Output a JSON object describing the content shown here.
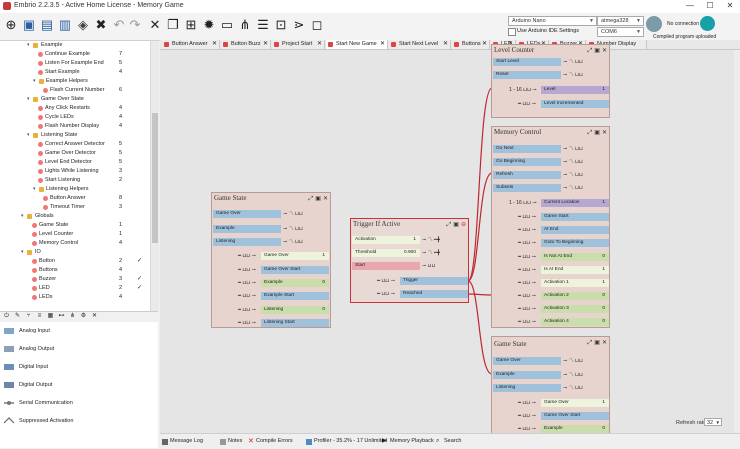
{
  "window": {
    "title": "Embrio 2.2.3.5 - Active Home License - Memory Game",
    "controls": [
      "—",
      "☐",
      "✕"
    ]
  },
  "toolbar": {
    "board": "Arduino Nano",
    "chip": "atmega328",
    "port": "COM6",
    "use_ide_settings": "Use Arduino IDE Settings",
    "connection": "No connection",
    "compiled": "Compiled program uploaded"
  },
  "tabs": [
    {
      "label": "Button Answer"
    },
    {
      "label": "Button Buzz"
    },
    {
      "label": "Project Start"
    },
    {
      "label": "Start New Game"
    },
    {
      "label": "Start Next Level"
    },
    {
      "label": "Buttons"
    },
    {
      "label": "LED"
    },
    {
      "label": "LEDs"
    },
    {
      "label": "Buzzer"
    },
    {
      "label": "Number Display"
    }
  ],
  "tree": [
    {
      "label": "Example",
      "type": "folder",
      "count": ""
    },
    {
      "label": "Continue Example",
      "type": "item",
      "count": "7"
    },
    {
      "label": "Listen For Example End",
      "type": "item",
      "count": "5"
    },
    {
      "label": "Start Example",
      "type": "item",
      "count": "4"
    },
    {
      "label": "Example Helpers",
      "type": "folder",
      "count": ""
    },
    {
      "label": "Flash Current Number",
      "type": "item",
      "count": "6"
    },
    {
      "label": "Game Over State",
      "type": "folder",
      "count": ""
    },
    {
      "label": "Any Click Restarts",
      "type": "item",
      "count": "4"
    },
    {
      "label": "Cycle LEDs",
      "type": "item",
      "count": "4"
    },
    {
      "label": "Flash Number Display",
      "type": "item",
      "count": "4"
    },
    {
      "label": "Listening State",
      "type": "folder",
      "count": ""
    },
    {
      "label": "Correct Answer Detector",
      "type": "item",
      "count": "5"
    },
    {
      "label": "Game Over Detector",
      "type": "item",
      "count": "5"
    },
    {
      "label": "Level End Detector",
      "type": "item",
      "count": "5"
    },
    {
      "label": "Lights While Listening",
      "type": "item",
      "count": "3"
    },
    {
      "label": "Start Listening",
      "type": "item",
      "count": "2"
    },
    {
      "label": "Listening Helpers",
      "type": "folder",
      "count": ""
    },
    {
      "label": "Button Answer",
      "type": "item",
      "count": "8"
    },
    {
      "label": "Timeout Timer",
      "type": "item",
      "count": "3"
    },
    {
      "label": "Globals",
      "type": "folder",
      "count": ""
    },
    {
      "label": "Game State",
      "type": "item",
      "count": "1"
    },
    {
      "label": "Level Counter",
      "type": "item",
      "count": "1"
    },
    {
      "label": "Memory Control",
      "type": "item",
      "count": "4"
    },
    {
      "label": "IO",
      "type": "folder",
      "count": ""
    },
    {
      "label": "Button",
      "type": "item",
      "count": "2",
      "check": "✓"
    },
    {
      "label": "Buttons",
      "type": "item",
      "count": "4"
    },
    {
      "label": "Buzzer",
      "type": "item",
      "count": "3",
      "check": "✓"
    },
    {
      "label": "LED",
      "type": "item",
      "count": "2",
      "check": "✓"
    },
    {
      "label": "LEDs",
      "type": "item",
      "count": "4"
    }
  ],
  "palette": [
    {
      "label": "Analog Input"
    },
    {
      "label": "Analog Output"
    },
    {
      "label": "Digital Input"
    },
    {
      "label": "Digital Output"
    },
    {
      "label": "Serial Communication"
    },
    {
      "label": "Suppressed Activation"
    }
  ],
  "blocks": {
    "game_state_left": {
      "title": "Game State",
      "inputs": [
        "Game Over",
        "Example",
        "Listening"
      ],
      "rows": [
        {
          "label": "Game Over",
          "value": "1"
        },
        {
          "label": "Game Over Start",
          "value": ""
        },
        {
          "label": "Example",
          "value": "0"
        },
        {
          "label": "Example Start",
          "value": ""
        },
        {
          "label": "Listening",
          "value": "0"
        },
        {
          "label": "Listening Start",
          "value": ""
        }
      ]
    },
    "trigger": {
      "title": "Trigger If Active",
      "rows": [
        {
          "label": "Activation",
          "value": "1"
        },
        {
          "label": "Threshold",
          "value": "0.900"
        }
      ],
      "start": "Start",
      "outputs": [
        "Trigger",
        "Reached"
      ]
    },
    "level_counter": {
      "title": "Level Counter",
      "inputs": [
        "Start Level",
        "Reset"
      ],
      "range": "1 - 16",
      "rows": [
        {
          "label": "Level",
          "value": "1"
        },
        {
          "label": "Level Incremented",
          "value": ""
        }
      ]
    },
    "memory_control": {
      "title": "Memory Control",
      "inputs": [
        "Go Next",
        "Go Beginning",
        "Refresh",
        "Subsets"
      ],
      "range": "1 - 16",
      "rows": [
        {
          "label": "Current Location",
          "value": "1"
        },
        {
          "label": "Game Start",
          "value": ""
        },
        {
          "label": "At End",
          "value": ""
        },
        {
          "label": "Goto To Beginning",
          "value": ""
        },
        {
          "label": "Is Not At End",
          "value": "0"
        },
        {
          "label": "Is At End",
          "value": "1"
        },
        {
          "label": "Activation 1",
          "value": "1"
        },
        {
          "label": "Activation 2",
          "value": "0"
        },
        {
          "label": "Activation 3",
          "value": "0"
        },
        {
          "label": "Activation 4",
          "value": "0"
        }
      ]
    },
    "game_state_right": {
      "title": "Game State",
      "inputs": [
        "Game Over",
        "Example",
        "Listening"
      ],
      "rows": [
        {
          "label": "Game Over",
          "value": "1"
        },
        {
          "label": "Game Over Start",
          "value": ""
        },
        {
          "label": "Example",
          "value": "0"
        }
      ]
    }
  },
  "refresh_rate": {
    "label": "Refresh rate",
    "value": "32"
  },
  "statusbar": [
    {
      "label": "Message Log"
    },
    {
      "label": "Notes"
    },
    {
      "label": "Compile Errors"
    },
    {
      "label": "Profiler - 35.2% - 17 Unlimited"
    },
    {
      "label": "Memory Playback"
    },
    {
      "label": "Search"
    }
  ]
}
